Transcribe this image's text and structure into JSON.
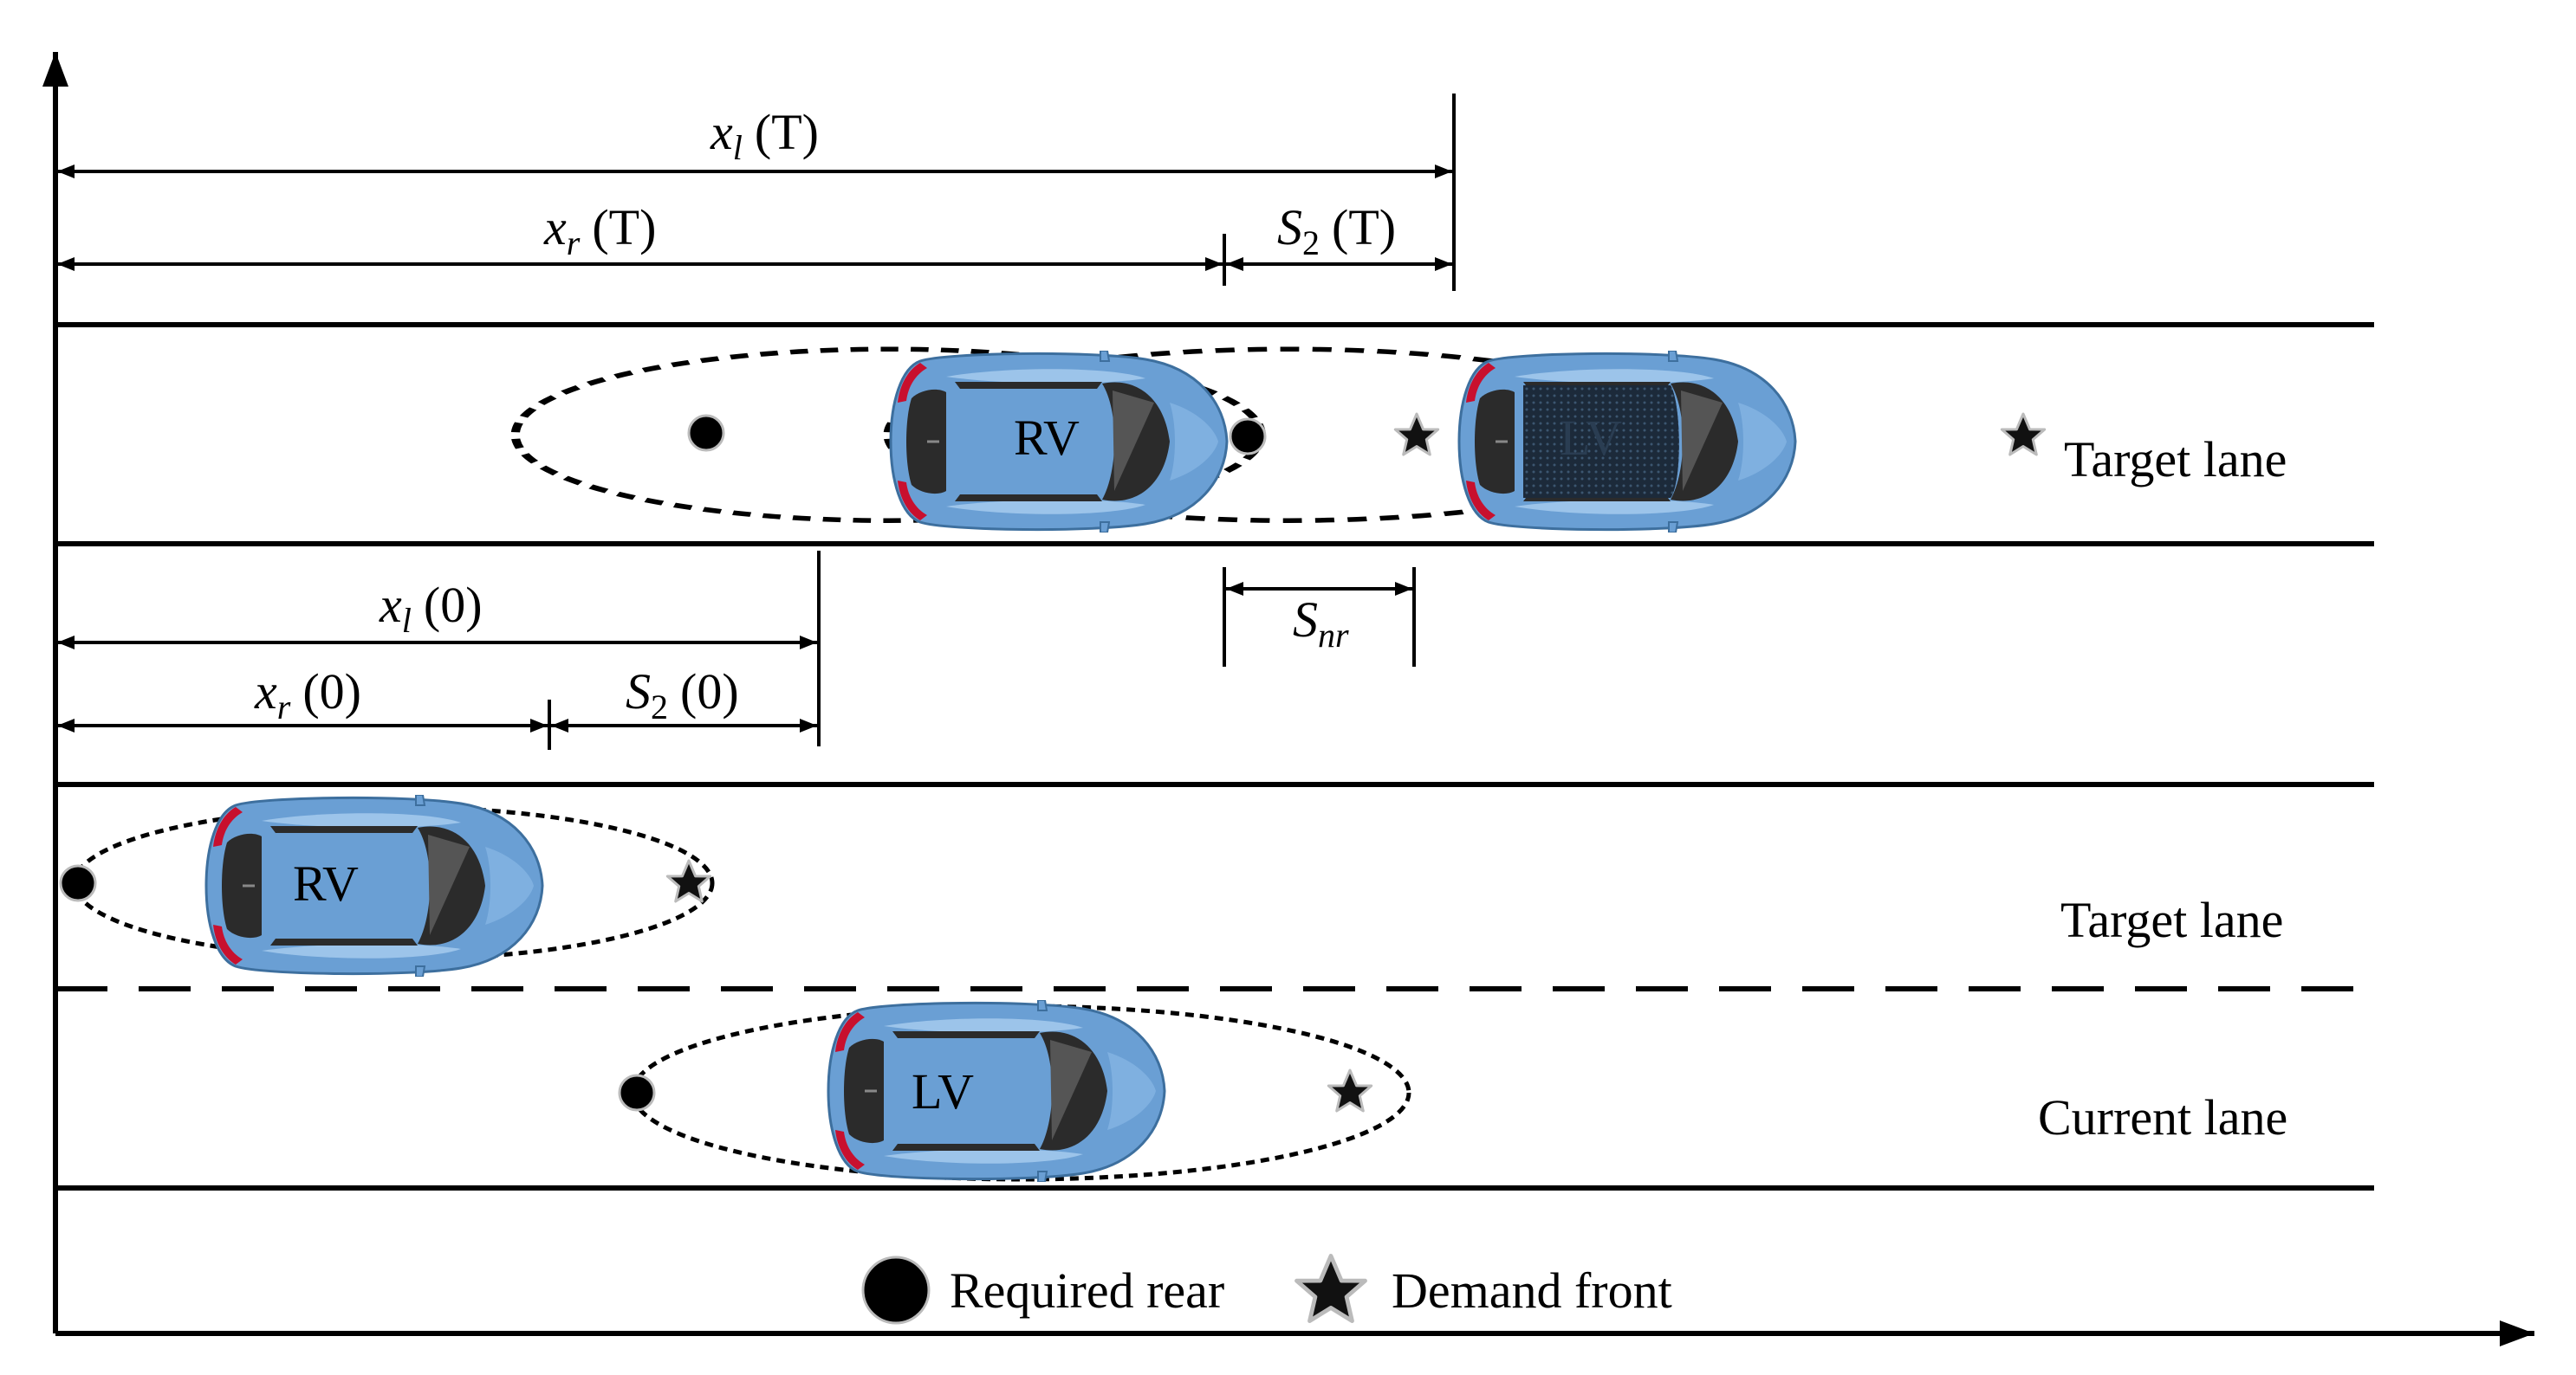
{
  "labels": {
    "lane_top": "Target lane",
    "lane_mid": "Target lane",
    "lane_bottom": "Current lane",
    "vehicle_rv": "RV",
    "vehicle_lv": "LV"
  },
  "dimensions": {
    "xl_T": {
      "var": "x",
      "sub": "l",
      "arg": "(T)"
    },
    "xr_T": {
      "var": "x",
      "sub": "r",
      "arg": "(T)"
    },
    "S2_T": {
      "var": "S",
      "sub": "2",
      "arg": "(T)"
    },
    "xl_0": {
      "var": "x",
      "sub": "l",
      "arg": "(0)"
    },
    "xr_0": {
      "var": "x",
      "sub": "r",
      "arg": "(0)"
    },
    "S2_0": {
      "var": "S",
      "sub": "2",
      "arg": "(0)"
    },
    "Snr": {
      "var": "S",
      "sub": "nr",
      "arg": ""
    }
  },
  "legend": {
    "rear_label": "Required rear",
    "front_label": "Demand front"
  },
  "colors": {
    "car_body": "#6a9fd4",
    "car_highlight": "#9cc4ea",
    "car_glass": "#2b2b2b",
    "car_tail": "#c8102e",
    "lines": "#000000"
  }
}
